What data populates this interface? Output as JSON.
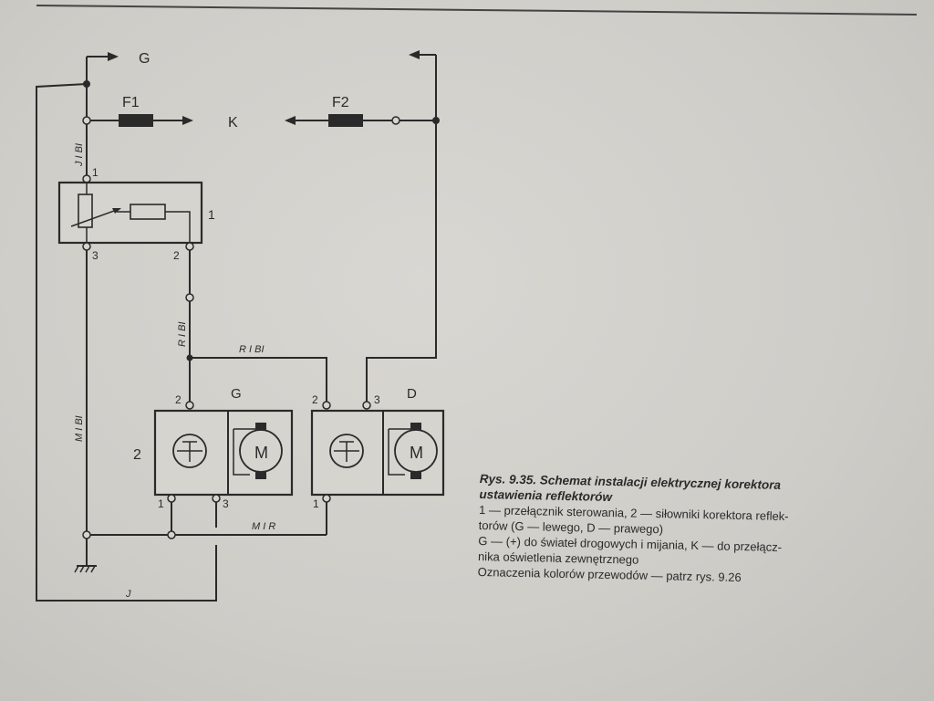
{
  "diagram": {
    "labels": {
      "top_G": "G",
      "fuse_F1": "F1",
      "fuse_F2": "F2",
      "K": "K",
      "wire_JIBI": "J I BI",
      "wire_RIBI_vert": "R I BI",
      "wire_RIBI_horiz": "R I BI",
      "wire_MIBI": "M I BI",
      "wire_MIR": "M I R",
      "wire_J": "J",
      "switch_num": "1",
      "switch_pin1": "1",
      "switch_pin2": "2",
      "switch_pin3": "3",
      "actuator_num": "2",
      "actuator_G": "G",
      "actuator_D": "D",
      "G_pin2": "2",
      "G_pin1": "1",
      "G_pin3": "3",
      "D_pin2": "2",
      "D_pin3": "3",
      "D_pin1": "1",
      "motor_G": "M",
      "motor_D": "M"
    }
  },
  "caption": {
    "title_line1": "Rys. 9.35. Schemat instalacji elektrycznej korektora",
    "title_line2": "ustawienia reflektorów",
    "line1": "1 — przełącznik sterowania, 2 — siłowniki korektora reflek-",
    "line2": "torów (G — lewego, D — prawego)",
    "line3": "G — (+) do świateł drogowych i mijania, K — do przełącz-",
    "line4": "nika oświetlenia zewnętrznego",
    "line5": "Oznaczenia kolorów przewodów — patrz rys. 9.26"
  }
}
